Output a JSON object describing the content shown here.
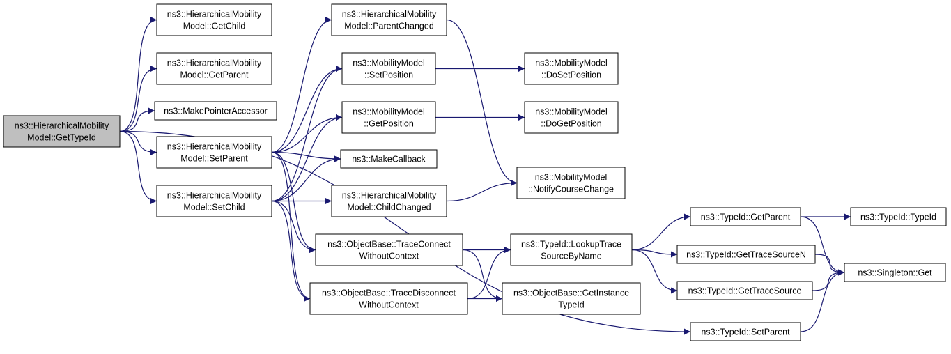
{
  "colors": {
    "edge": "#191970",
    "node_fill": "#ffffff",
    "root_fill": "#bfbfbf",
    "border": "#000000"
  },
  "nodes": [
    {
      "id": "getTypeId",
      "lines": [
        "ns3::HierarchicalMobility",
        "Model::GetTypeId"
      ],
      "highlight": true
    },
    {
      "id": "getChild",
      "lines": [
        "ns3::HierarchicalMobility",
        "Model::GetChild"
      ]
    },
    {
      "id": "getParentHM",
      "lines": [
        "ns3::HierarchicalMobility",
        "Model::GetParent"
      ]
    },
    {
      "id": "makePointerAccessor",
      "lines": [
        "ns3::MakePointerAccessor"
      ]
    },
    {
      "id": "setParentHM",
      "lines": [
        "ns3::HierarchicalMobility",
        "Model::SetParent"
      ]
    },
    {
      "id": "setChild",
      "lines": [
        "ns3::HierarchicalMobility",
        "Model::SetChild"
      ]
    },
    {
      "id": "parentChanged",
      "lines": [
        "ns3::HierarchicalMobility",
        "Model::ParentChanged"
      ]
    },
    {
      "id": "setPosition",
      "lines": [
        "ns3::MobilityModel",
        "::SetPosition"
      ]
    },
    {
      "id": "getPosition",
      "lines": [
        "ns3::MobilityModel",
        "::GetPosition"
      ]
    },
    {
      "id": "makeCallback",
      "lines": [
        "ns3::MakeCallback"
      ]
    },
    {
      "id": "childChanged",
      "lines": [
        "ns3::HierarchicalMobility",
        "Model::ChildChanged"
      ]
    },
    {
      "id": "traceConnect",
      "lines": [
        "ns3::ObjectBase::TraceConnect",
        "WithoutContext"
      ]
    },
    {
      "id": "traceDisconnect",
      "lines": [
        "ns3::ObjectBase::TraceDisconnect",
        "WithoutContext"
      ]
    },
    {
      "id": "doSetPosition",
      "lines": [
        "ns3::MobilityModel",
        "::DoSetPosition"
      ]
    },
    {
      "id": "doGetPosition",
      "lines": [
        "ns3::MobilityModel",
        "::DoGetPosition"
      ]
    },
    {
      "id": "notifyCourseChange",
      "lines": [
        "ns3::MobilityModel",
        "::NotifyCourseChange"
      ]
    },
    {
      "id": "lookupTrace",
      "lines": [
        "ns3::TypeId::LookupTrace",
        "SourceByName"
      ]
    },
    {
      "id": "getInstanceTypeId",
      "lines": [
        "ns3::ObjectBase::GetInstance",
        "TypeId"
      ]
    },
    {
      "id": "typeIdGetParent",
      "lines": [
        "ns3::TypeId::GetParent"
      ]
    },
    {
      "id": "getTraceSourceN",
      "lines": [
        "ns3::TypeId::GetTraceSourceN"
      ]
    },
    {
      "id": "getTraceSource",
      "lines": [
        "ns3::TypeId::GetTraceSource"
      ]
    },
    {
      "id": "typeIdSetParent",
      "lines": [
        "ns3::TypeId::SetParent"
      ]
    },
    {
      "id": "typeIdTypeId",
      "lines": [
        "ns3::TypeId::TypeId"
      ]
    },
    {
      "id": "singletonGet",
      "lines": [
        "ns3::Singleton::Get"
      ]
    }
  ],
  "edges": [
    [
      "getTypeId",
      "getChild"
    ],
    [
      "getTypeId",
      "getParentHM"
    ],
    [
      "getTypeId",
      "makePointerAccessor"
    ],
    [
      "getTypeId",
      "setParentHM"
    ],
    [
      "getTypeId",
      "setChild"
    ],
    [
      "getTypeId",
      "typeIdSetParent"
    ],
    [
      "setParentHM",
      "parentChanged"
    ],
    [
      "setParentHM",
      "setPosition"
    ],
    [
      "setParentHM",
      "getPosition"
    ],
    [
      "setParentHM",
      "makeCallback"
    ],
    [
      "setParentHM",
      "traceConnect"
    ],
    [
      "setParentHM",
      "traceDisconnect"
    ],
    [
      "setChild",
      "setPosition"
    ],
    [
      "setChild",
      "getPosition"
    ],
    [
      "setChild",
      "makeCallback"
    ],
    [
      "setChild",
      "childChanged"
    ],
    [
      "setChild",
      "traceConnect"
    ],
    [
      "setChild",
      "traceDisconnect"
    ],
    [
      "parentChanged",
      "notifyCourseChange"
    ],
    [
      "setPosition",
      "doSetPosition"
    ],
    [
      "getPosition",
      "doGetPosition"
    ],
    [
      "childChanged",
      "notifyCourseChange"
    ],
    [
      "traceConnect",
      "lookupTrace"
    ],
    [
      "traceConnect",
      "getInstanceTypeId"
    ],
    [
      "traceDisconnect",
      "lookupTrace"
    ],
    [
      "traceDisconnect",
      "getInstanceTypeId"
    ],
    [
      "lookupTrace",
      "typeIdGetParent"
    ],
    [
      "lookupTrace",
      "getTraceSourceN"
    ],
    [
      "lookupTrace",
      "getTraceSource"
    ],
    [
      "typeIdGetParent",
      "typeIdTypeId"
    ],
    [
      "typeIdGetParent",
      "singletonGet"
    ],
    [
      "getTraceSourceN",
      "singletonGet"
    ],
    [
      "getTraceSource",
      "singletonGet"
    ],
    [
      "typeIdSetParent",
      "singletonGet"
    ]
  ]
}
